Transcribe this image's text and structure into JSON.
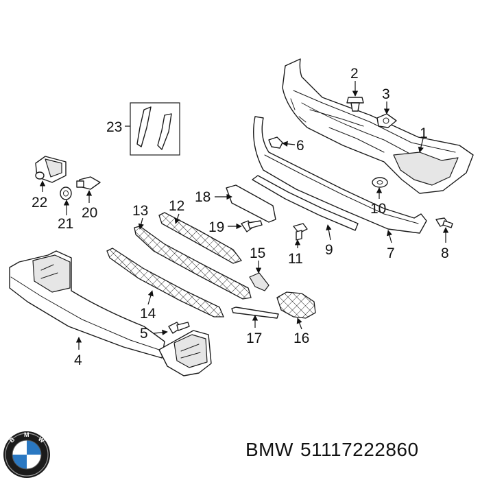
{
  "callouts": {
    "c1": "1",
    "c2": "2",
    "c3": "3",
    "c4": "4",
    "c5": "5",
    "c6": "6",
    "c7": "7",
    "c8": "8",
    "c9": "9",
    "c10": "10",
    "c11": "11",
    "c12": "12",
    "c13": "13",
    "c14": "14",
    "c15": "15",
    "c16": "16",
    "c17": "17",
    "c18": "18",
    "c19": "19",
    "c20": "20",
    "c21": "21",
    "c22": "22",
    "c23": "23"
  },
  "caption": {
    "brand": "BMW",
    "part_number": "51117222860"
  },
  "logo": {
    "letters": [
      "B",
      "M",
      "W"
    ],
    "colors": {
      "blue": "#2a78c2",
      "ring": "#1b1b1b"
    }
  }
}
